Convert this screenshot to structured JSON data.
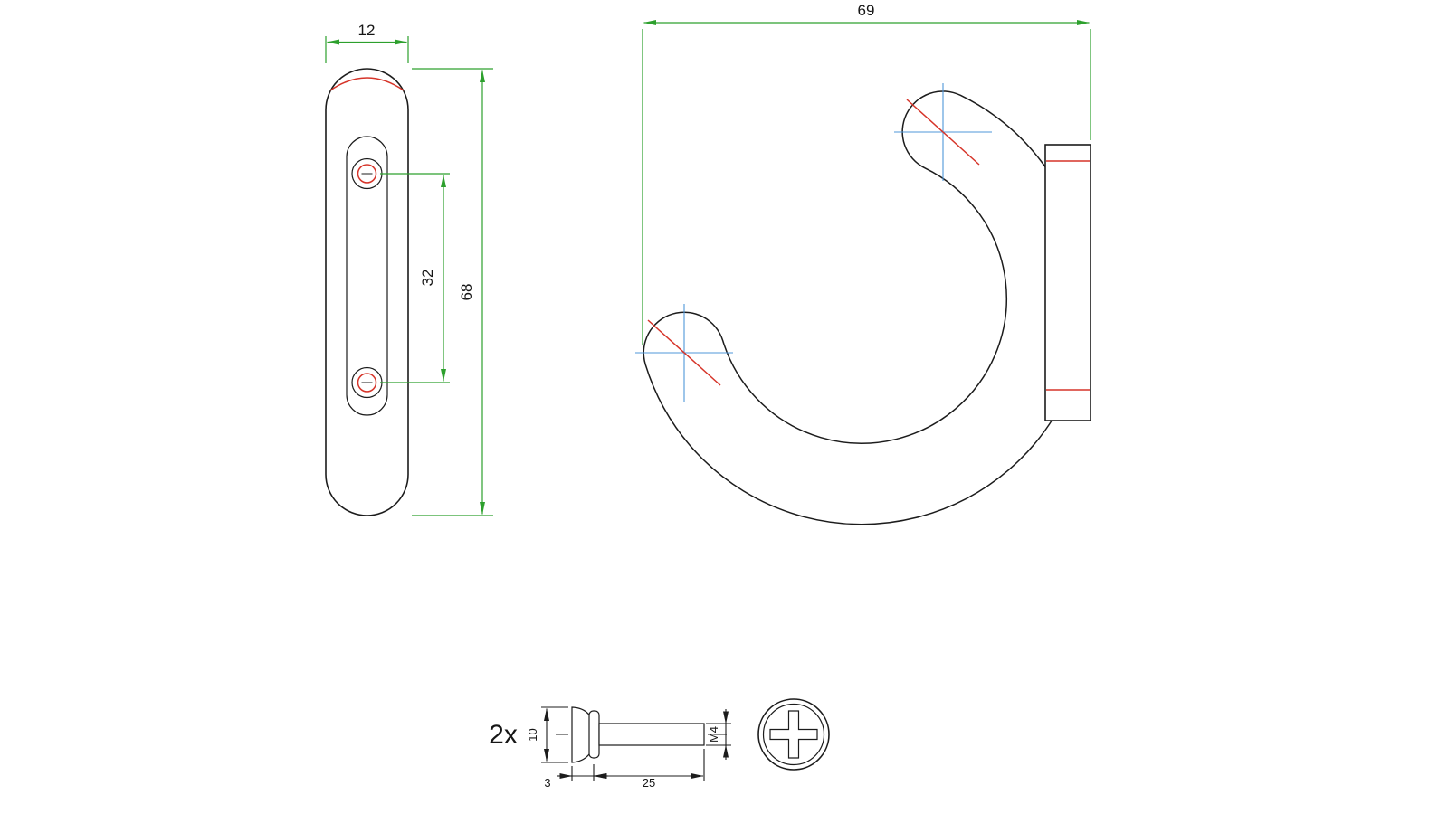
{
  "drawing": {
    "colors": {
      "outline": "#1c1c1c",
      "dimension": "#2da02d",
      "centerline": "#4f97d9",
      "highlight": "#d63429"
    },
    "side_view": {
      "width_dim": "12",
      "height_dim": "68",
      "hole_spacing_dim": "32"
    },
    "front_view": {
      "width_dim": "69"
    },
    "screw": {
      "quantity_label": "2x",
      "head_diameter_dim": "10",
      "head_height_dim": "3",
      "shaft_length_dim": "25",
      "thread_dim": "M4"
    }
  }
}
